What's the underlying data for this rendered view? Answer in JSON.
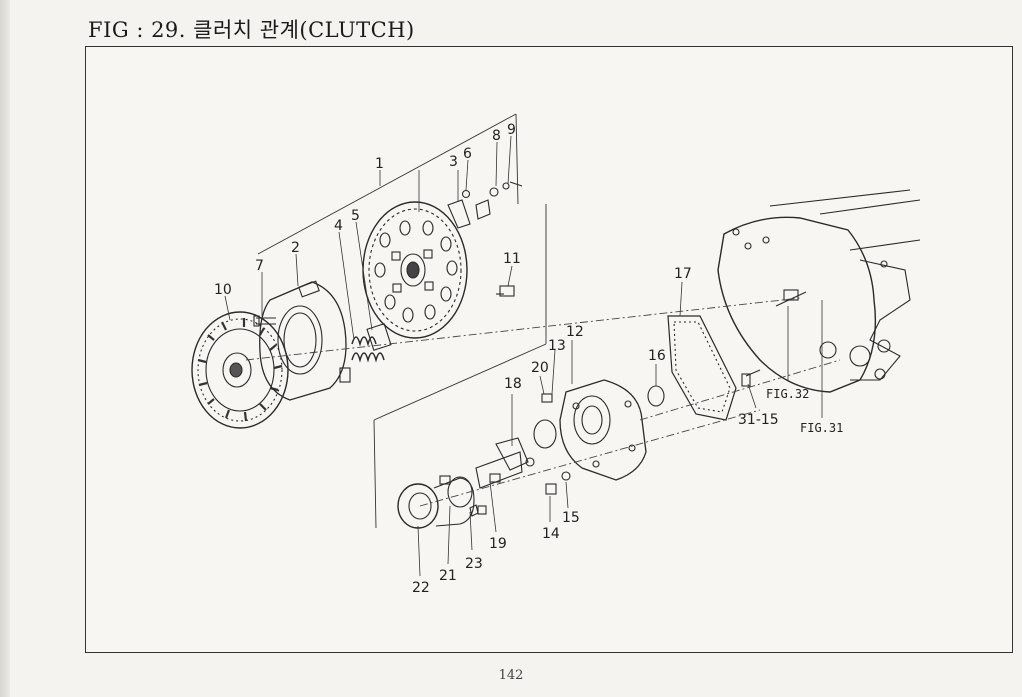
{
  "header": {
    "title": "FIG : 29. 클러치 관계(CLUTCH)"
  },
  "footer": {
    "page_number": "142"
  },
  "callouts": [
    {
      "id": "p1",
      "text": "1"
    },
    {
      "id": "p2",
      "text": "2"
    },
    {
      "id": "p3",
      "text": "3"
    },
    {
      "id": "p4",
      "text": "4"
    },
    {
      "id": "p5",
      "text": "5"
    },
    {
      "id": "p6",
      "text": "6"
    },
    {
      "id": "p7",
      "text": "7"
    },
    {
      "id": "p8",
      "text": "8"
    },
    {
      "id": "p9",
      "text": "9"
    },
    {
      "id": "p10",
      "text": "10"
    },
    {
      "id": "p11",
      "text": "11"
    },
    {
      "id": "p12",
      "text": "12"
    },
    {
      "id": "p13",
      "text": "13"
    },
    {
      "id": "p14",
      "text": "14"
    },
    {
      "id": "p15",
      "text": "15"
    },
    {
      "id": "p16",
      "text": "16"
    },
    {
      "id": "p17",
      "text": "17"
    },
    {
      "id": "p18",
      "text": "18"
    },
    {
      "id": "p19",
      "text": "19"
    },
    {
      "id": "p20",
      "text": "20"
    },
    {
      "id": "p21",
      "text": "21"
    },
    {
      "id": "p22",
      "text": "22"
    },
    {
      "id": "p23",
      "text": "23"
    },
    {
      "id": "p3115",
      "text": "31-15"
    },
    {
      "id": "fig32",
      "text": "FIG.32"
    },
    {
      "id": "fig31",
      "text": "FIG.31"
    }
  ]
}
